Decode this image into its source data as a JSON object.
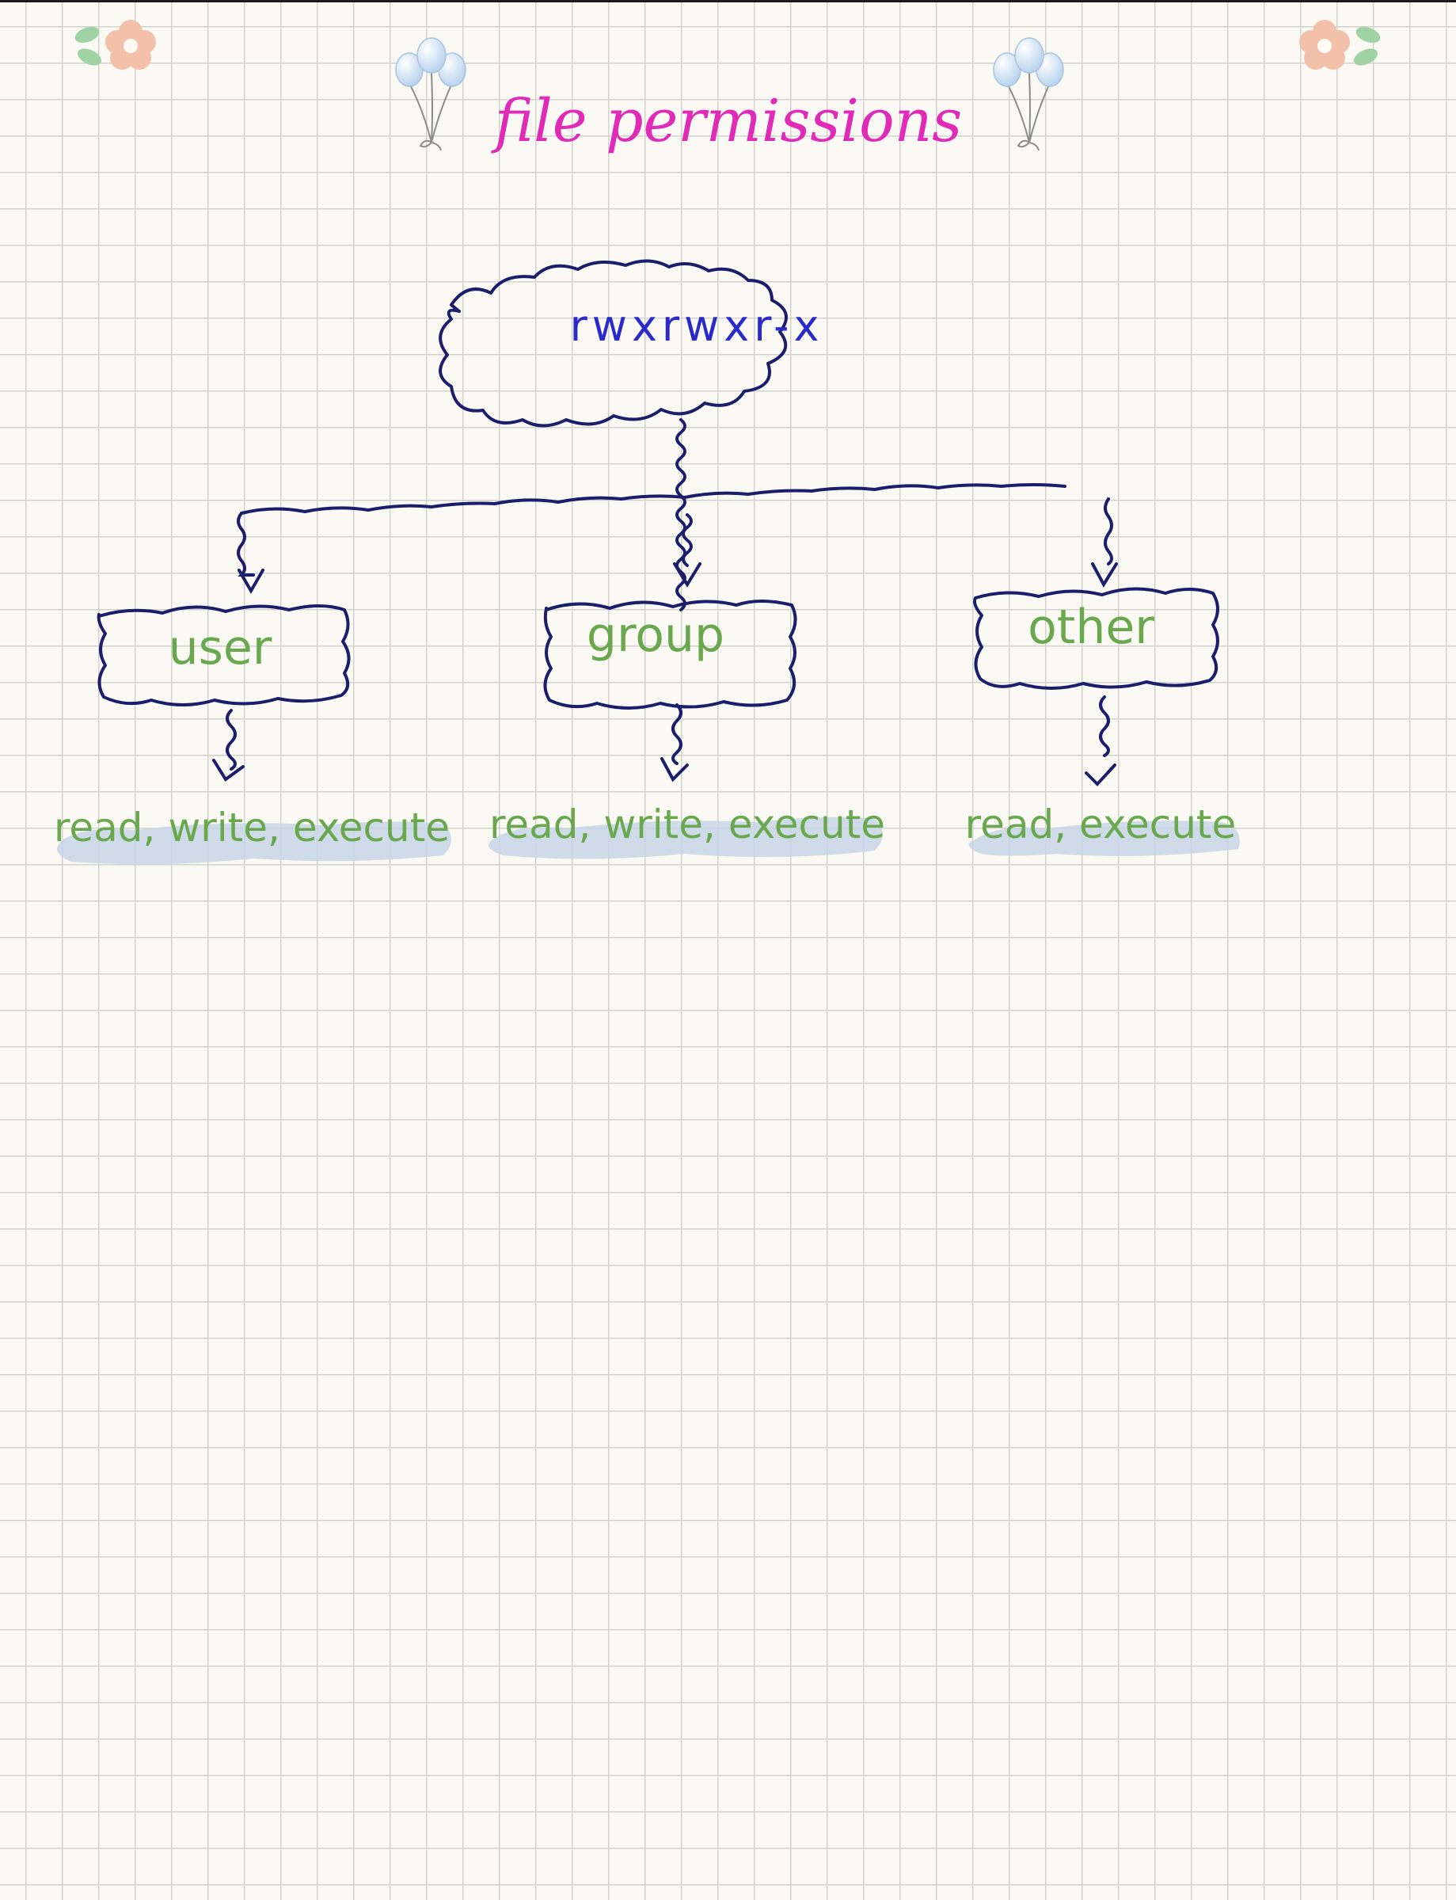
{
  "title": "file permissions",
  "root": {
    "label": "rwxrwxr-x"
  },
  "groups": [
    {
      "label": "user",
      "permissions": "read, write, execute"
    },
    {
      "label": "group",
      "permissions": "read, write, execute"
    },
    {
      "label": "other",
      "permissions": "read, execute"
    }
  ],
  "colors": {
    "title": "#e02ab8",
    "ink": "#1b1f6b",
    "root_text": "#2a2acb",
    "label_text": "#6aa84f",
    "highlight": "#c7d6e6",
    "flower": "#f3c1aa",
    "leaf": "#9fd3a4",
    "balloon": "#cfe2f5"
  },
  "decorations": {
    "top_left": "flower-icon",
    "top_right": "flower-icon",
    "title_left": "balloons-icon",
    "title_right": "balloons-icon"
  }
}
